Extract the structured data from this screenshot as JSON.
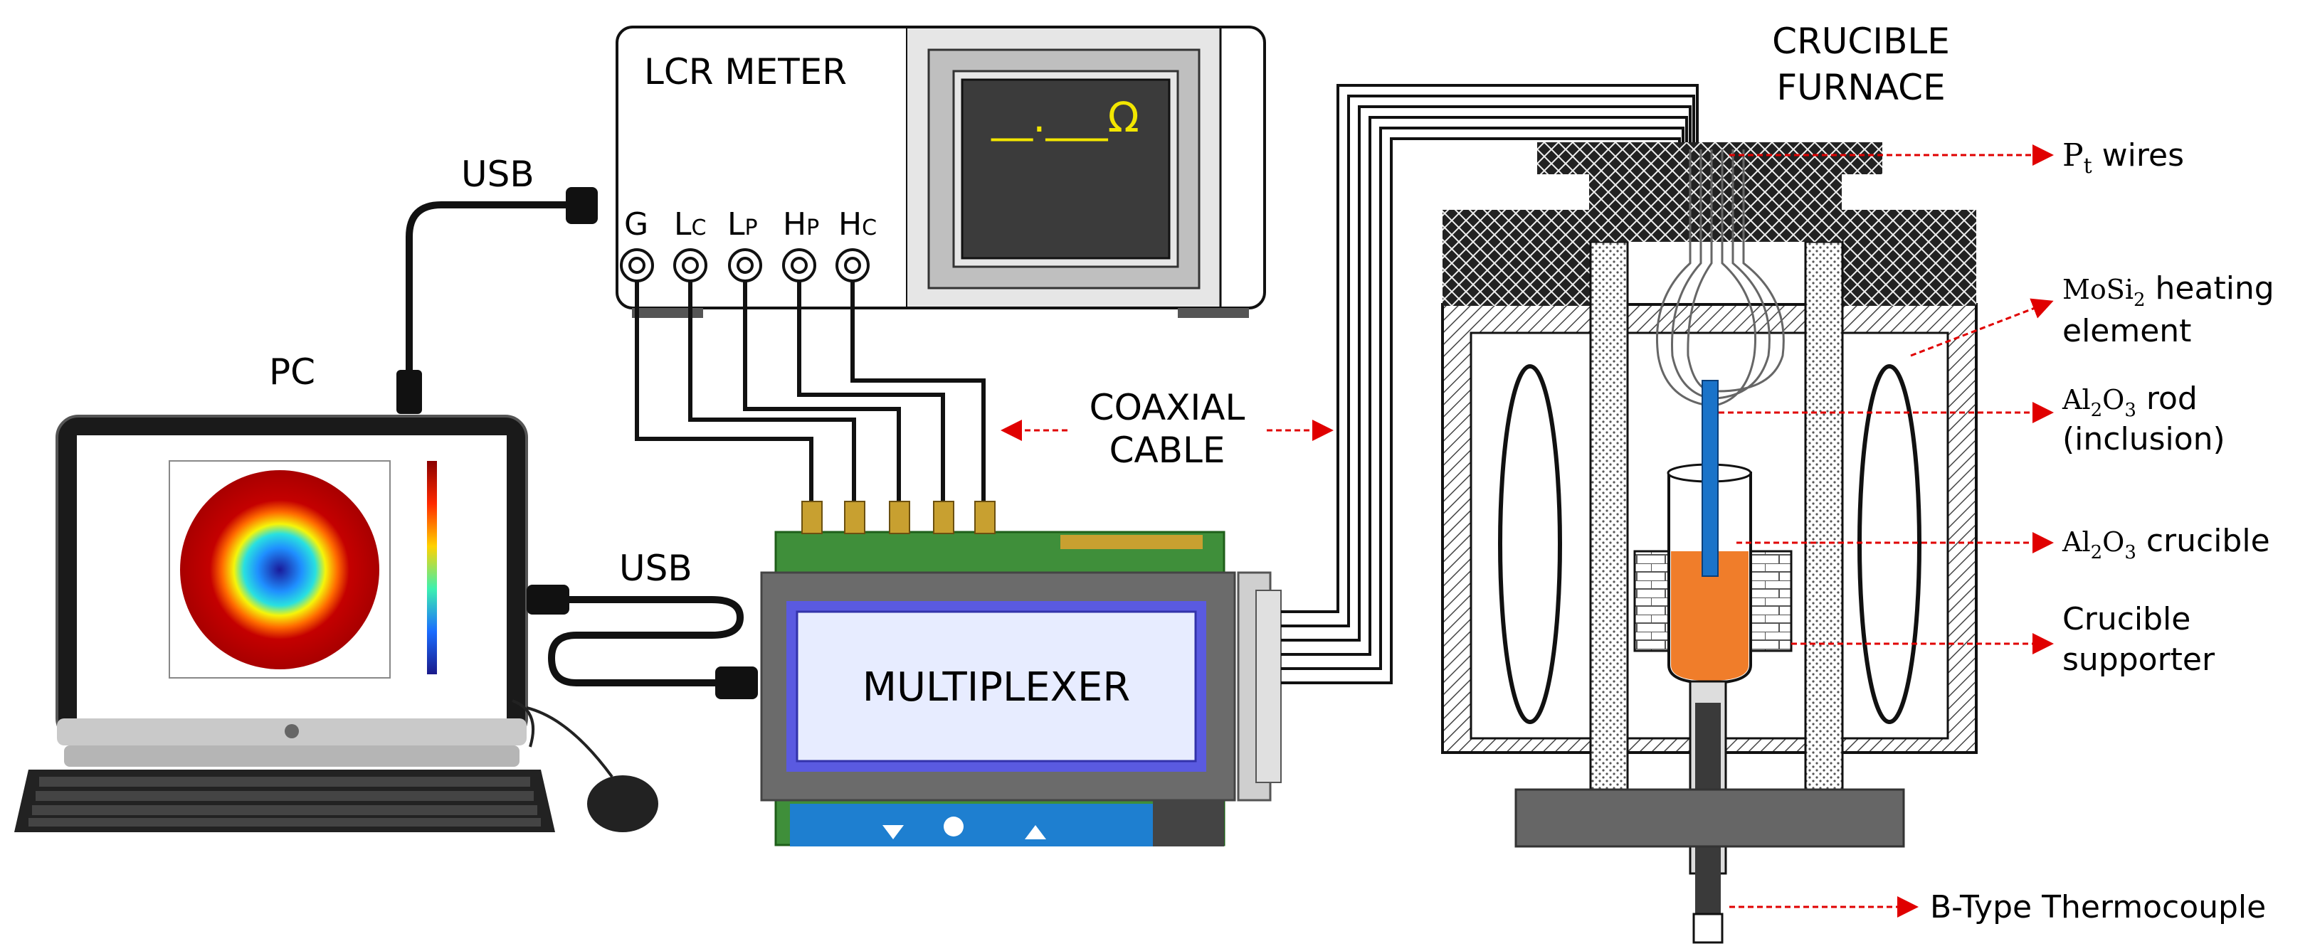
{
  "labels": {
    "lcr_meter": "LCR METER",
    "lcr_display": "__.___Ω",
    "port_g": "G",
    "port_lc_main": "L",
    "port_lc_sub": "C",
    "port_lp_main": "L",
    "port_lp_sub": "P",
    "port_hp_main": "H",
    "port_hp_sub": "P",
    "port_hc_main": "H",
    "port_hc_sub": "C",
    "usb_top": "USB",
    "usb_bottom": "USB",
    "pc": "PC",
    "multiplexer": "MULTIPLEXER",
    "coaxial_line1": "COAXIAL",
    "coaxial_line2": "CABLE",
    "furnace_line1": "CRUCIBLE",
    "furnace_line2": "FURNACE",
    "pt_main": "P",
    "pt_sub": "t",
    "pt_rest": " wires",
    "mosi_main": "MoSi",
    "mosi_sub": "2",
    "mosi_rest": " heating",
    "mosi_line2": "element",
    "rod_a": "Al",
    "rod_s1": "2",
    "rod_b": "O",
    "rod_s2": "3",
    "rod_rest": " rod",
    "rod_line2": "(inclusion)",
    "cru_a": "Al",
    "cru_s1": "2",
    "cru_b": "O",
    "cru_s2": "3",
    "cru_rest": " crucible",
    "sup_line1": "Crucible",
    "sup_line2": "supporter",
    "thermo": "B-Type Thermocouple"
  },
  "colors": {
    "display_text": "#f2e600",
    "arrow": "#e00000",
    "board": "#3f8f3a",
    "lcd": "#5a5ae0",
    "crucible_liquid": "#f07d2a",
    "rod": "#1a73c9"
  }
}
